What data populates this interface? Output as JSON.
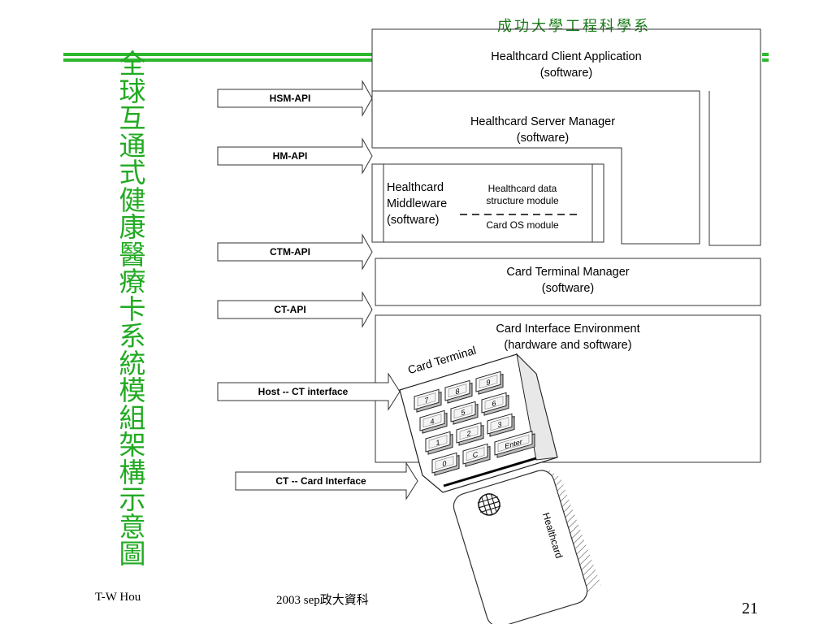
{
  "header": {
    "dept": "成功大學工程科學系"
  },
  "slide_title": "全球互通式健康醫療卡系統模組架構示意圖",
  "boxes": {
    "client_app": {
      "line1": "Healthcard Client Application",
      "line2": "(software)"
    },
    "server_mgr": {
      "line1": "Healthcard Server Manager",
      "line2": "(software)"
    },
    "middleware": {
      "line1": "Healthcard",
      "line2": "Middleware",
      "line3": "(software)",
      "module1_line1": "Healthcard data",
      "module1_line2": "structure module",
      "module2": "Card OS module"
    },
    "ct_mgr": {
      "line1": "Card Terminal Manager",
      "line2": "(software)"
    },
    "ci_env": {
      "line1": "Card Interface Environment",
      "line2": "(hardware and software)"
    }
  },
  "arrows": {
    "hsm": "HSM-API",
    "hm": "HM-API",
    "ctm": "CTM-API",
    "ct": "CT-API",
    "host": "Host -- CT interface",
    "card": "CT -- Card Interface"
  },
  "terminal": {
    "label": "Card Terminal",
    "keys": [
      "7",
      "8",
      "9",
      "4",
      "5",
      "6",
      "1",
      "2",
      "3",
      "0",
      "C",
      "Enter"
    ]
  },
  "card": {
    "label": "Healthcard"
  },
  "footer": {
    "author": "T-W Hou",
    "course": "2003 sep政大資科",
    "page": "21"
  },
  "colors": {
    "accent_green": "#2eb82e",
    "title_green": "#22aa22"
  }
}
